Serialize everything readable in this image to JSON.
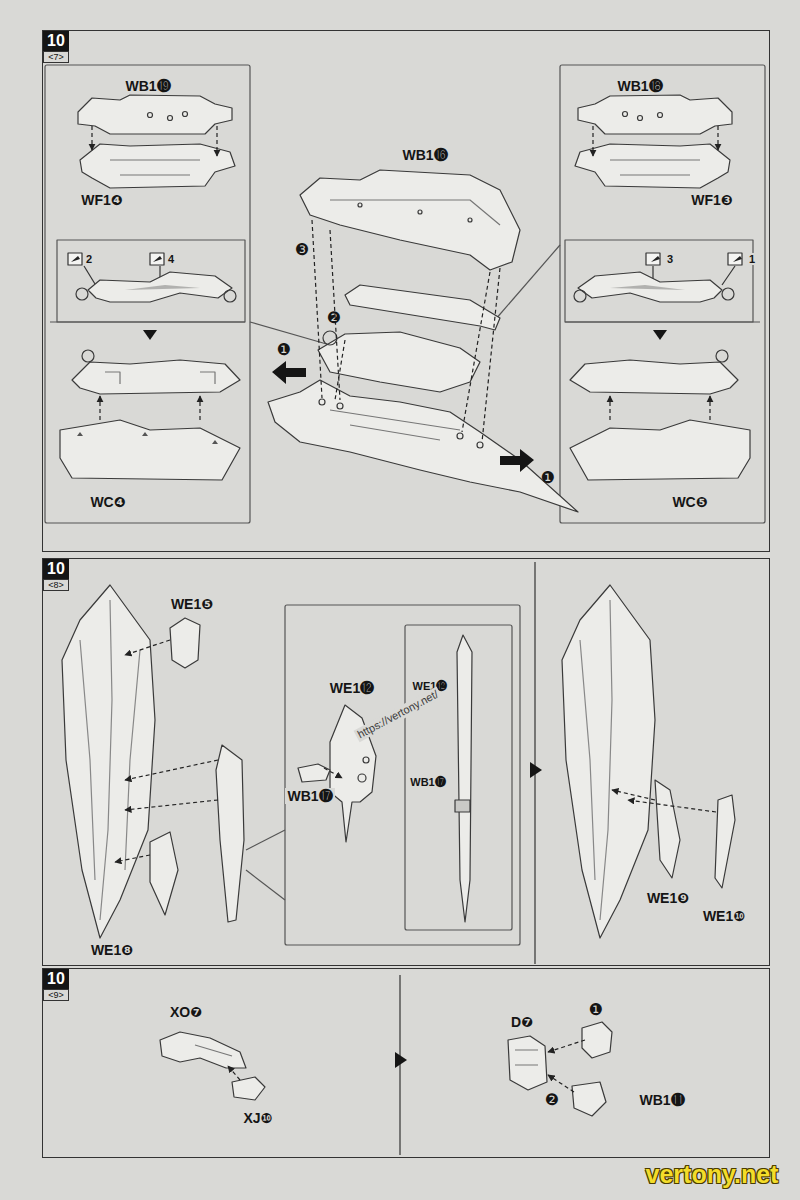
{
  "diagram": {
    "nodes": [
      {
        "text": [
          "10",
          "<7>"
        ]
      },
      {
        "text": [
          "10",
          "<8>"
        ]
      },
      {
        "text": [
          "10",
          "<9>"
        ]
      }
    ],
    "labels": [
      "WB1⓳",
      "WF1❹",
      "2",
      "4",
      "WC❹",
      "WB1⓰",
      "❸",
      "❷",
      "❶",
      "❶",
      "WB1⓲",
      "WF1❸",
      "3",
      "1",
      "WC❺",
      "WE1❺",
      "WE1❽",
      "WE1⓬",
      "WB1⓱",
      "WE1⓬",
      "https://vertony.net/",
      "WB1⓱",
      "WE1❾",
      "WE1❿",
      "XO❼",
      "XJ❿",
      "D❼",
      "❶",
      "❷",
      "WB1⓫",
      "vertony.net"
    ]
  }
}
